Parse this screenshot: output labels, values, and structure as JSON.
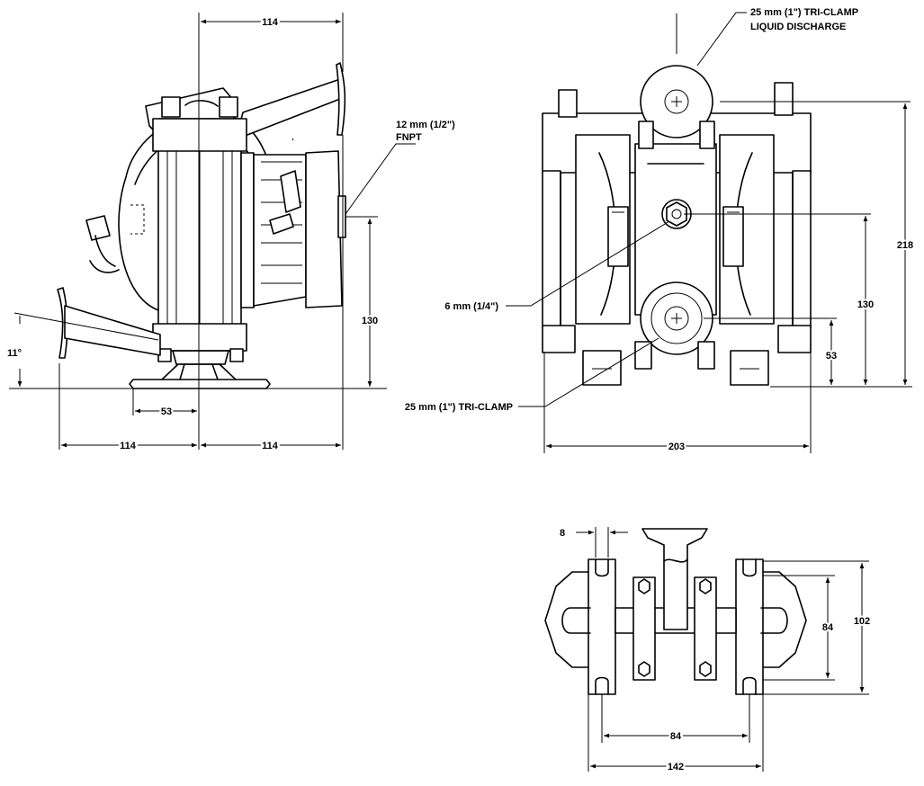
{
  "drawing": {
    "side_view": {
      "dim_top": "114",
      "dim_bottom_left": "114",
      "dim_bottom_right": "114",
      "dim_offset": "53",
      "dim_height": "130",
      "angle": "11°",
      "air_inlet_size": "12 mm (1/2\")",
      "air_inlet_type": "FNPT"
    },
    "front_view": {
      "discharge_size": "25 mm (1\") TRI-CLAMP",
      "discharge_label": "LIQUID DISCHARGE",
      "exhaust_label": "6 mm (1/4\")",
      "inlet_label": "25 mm (1\") TRI-CLAMP",
      "dim_width": "203",
      "dim_height_total": "218",
      "dim_height_mid": "130",
      "dim_height_low": "53"
    },
    "top_view": {
      "dim_slot": "8",
      "dim_slot_inner": "84",
      "dim_slot_outer": "142",
      "dim_mount_inner": "84",
      "dim_mount_outer": "102"
    }
  }
}
